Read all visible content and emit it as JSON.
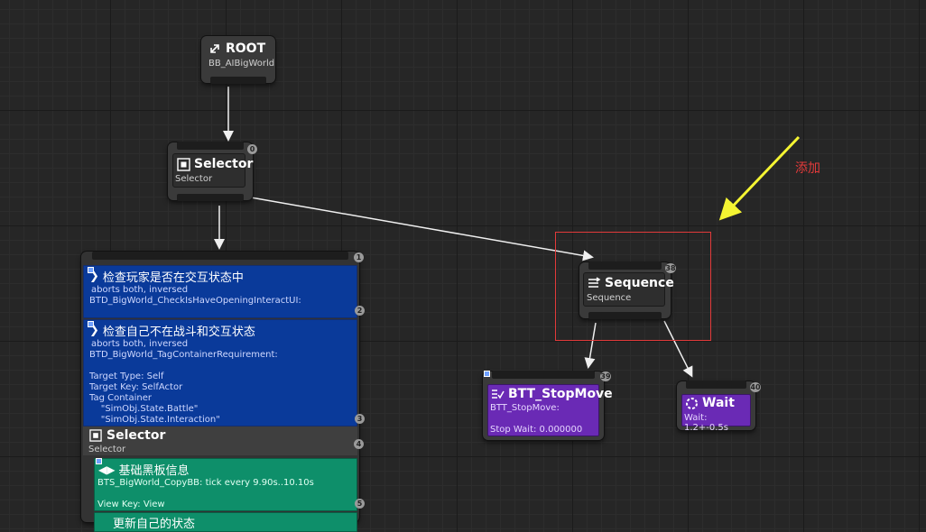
{
  "root": {
    "title": "ROOT",
    "subtitle": "BB_AIBigWorld"
  },
  "selector_main": {
    "title": "Selector",
    "subtitle": "Selector",
    "index": "0"
  },
  "big_selector": {
    "index": "1",
    "decorators": [
      {
        "title": "检查玩家是否在交互状态中",
        "lines": [
          "aborts both, inversed",
          "BTD_BigWorld_CheckIsHaveOpeningInteractUI:"
        ],
        "index": "2"
      },
      {
        "title": "检查自己不在战斗和交互状态",
        "lines": [
          "aborts both, inversed",
          "BTD_BigWorld_TagContainerRequirement:",
          "",
          "Target Type: Self",
          "Target Key: SelfActor",
          "Tag Container",
          "    \"SimObj.State.Battle\"",
          "    \"SimObj.State.Interaction\""
        ],
        "index": "3"
      }
    ],
    "inner_selector": {
      "title": "Selector",
      "subtitle": "Selector",
      "index": "4"
    },
    "service": {
      "title": "基础黑板信息",
      "lines": [
        "BTS_BigWorld_CopyBB: tick every 9.90s..10.10s",
        "",
        "View Key: View"
      ],
      "index": "5"
    },
    "partial_title": "更新自己的状态"
  },
  "sequence": {
    "title": "Sequence",
    "subtitle": "Sequence",
    "index": "38"
  },
  "stopmove": {
    "title": "BTT_StopMove",
    "subtitle": "BTT_StopMove:",
    "detail": "Stop Wait: 0.000000",
    "index": "39"
  },
  "wait": {
    "title": "Wait",
    "detail": "Wait: 1.2+-0.5s",
    "index": "40"
  },
  "annotation": {
    "label": "添加",
    "box_color": "#e23a3a",
    "arrow_color": "#f5f532"
  },
  "colors": {
    "decorator": "#0a3a9a",
    "service": "#0e8f6a",
    "task": "#6a2ab5",
    "node": "#3a3a3a",
    "wire": "#f0f0f0"
  },
  "icons": {
    "root": "root-icon",
    "selector": "selector-icon",
    "sequence": "sequence-icon",
    "task": "task-icon",
    "wait": "wait-icon",
    "decorator": "decorator-icon",
    "service": "service-icon"
  }
}
